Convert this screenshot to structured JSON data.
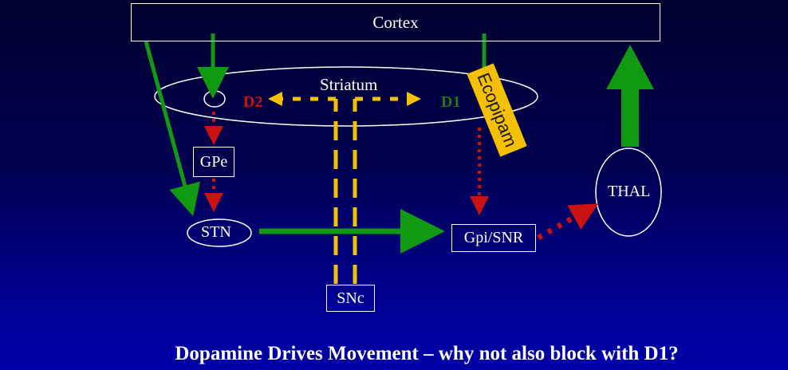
{
  "nodes": {
    "cortex": "Cortex",
    "striatum": "Striatum",
    "d2": "D2",
    "d1": "D1",
    "gpe": "GPe",
    "stn": "STN",
    "gpi_snr": "Gpi/SNR",
    "thal": "THAL",
    "snc": "SNc"
  },
  "drug_label": "Ecopipam",
  "caption": "Dopamine Drives Movement – why not also block with D1?",
  "colors": {
    "excitatory": "#119911",
    "inhibitory": "#cc1111",
    "dopamine": "#f5c000",
    "d2_text": "#cc1111",
    "d1_text": "#1a7a1a"
  }
}
